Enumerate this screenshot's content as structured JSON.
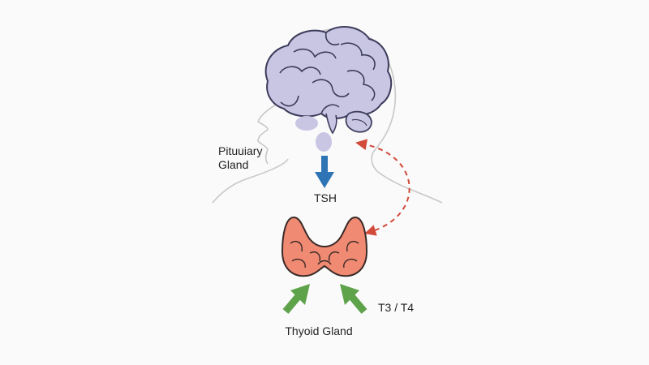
{
  "labels": {
    "pituitary_line1": "Pituuiary",
    "pituitary_line2": "Gland",
    "tsh": "TSH",
    "hormones": "T3 / T4",
    "thyroid": "Thyoid Gland"
  },
  "colors": {
    "background": "#fafafa",
    "outline": "#c8c8c8",
    "brain_fill": "#c9c6e4",
    "brain_stroke": "#3b3b5a",
    "gland_fill": "#c9c6e4",
    "tsh_arrow": "#2f74b5",
    "feedback_arrow": "#d24a3a",
    "thyroid_fill": "#f08a72",
    "thyroid_stroke": "#3a2a28",
    "hormone_arrows": "#5ea24a"
  },
  "icons": {
    "brain": "brain-icon",
    "thyroid": "thyroid-gland-icon"
  }
}
